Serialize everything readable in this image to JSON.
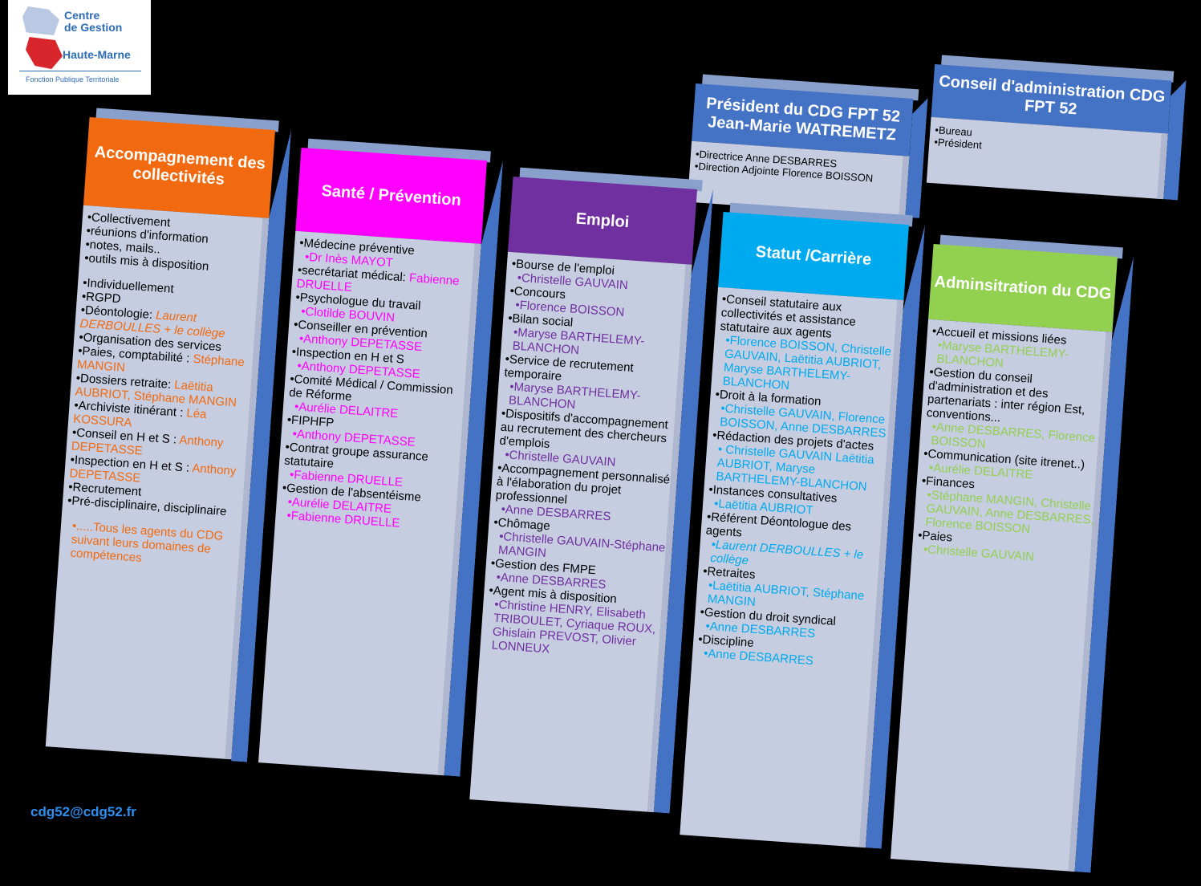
{
  "logo": {
    "line1": "Centre",
    "line2": "de Gestion",
    "line3": "Haute-Marne",
    "line4": "Fonction Publique Territoriale"
  },
  "email": "cdg52@cdg52.fr",
  "colors": {
    "orange": "#f26a0f",
    "magenta": "#ff00ff",
    "purple": "#7030a0",
    "cyan": "#00aaee",
    "green": "#92d050",
    "blue": "#4472c4",
    "panel": "#c6cde0"
  },
  "president": {
    "title": "Président du CDG FPT 52 Jean-Marie WATREMETZ",
    "items": [
      "•Directrice Anne DESBARRES",
      "•Direction Adjointe Florence BOISSON"
    ]
  },
  "conseil": {
    "title": "Conseil d'administration CDG FPT 52",
    "items": [
      "•Bureau",
      "•Président"
    ]
  },
  "columns": [
    {
      "title": "Accompagnement des collectivités",
      "lines": [
        {
          "t": "•Collectivement",
          "c": "k"
        },
        {
          "t": "•réunions d'information",
          "c": "k"
        },
        {
          "t": "•notes, mails..",
          "c": "k"
        },
        {
          "t": "•outils mis à disposition",
          "c": "k"
        },
        {
          "t": "",
          "c": "k"
        },
        {
          "t": "•Individuellement",
          "c": "k"
        },
        {
          "t": "•RGPD",
          "c": "k"
        },
        {
          "t": "•Déontologie: ",
          "c": "k",
          "extra": "Laurent DERBOULLES + le collège"
        },
        {
          "t": "•Organisation des services",
          "c": "k"
        },
        {
          "t": "•Paies, comptabilité : ",
          "c": "k",
          "extra": "Stéphane MANGIN"
        },
        {
          "t": "•Dossiers retraite: ",
          "c": "k",
          "extra": "Laëtitia AUBRIOT, Stéphane MANGIN"
        },
        {
          "t": "•Archiviste itinérant : ",
          "c": "k",
          "extra": "Léa KOSSURA"
        },
        {
          "t": "•Conseil en H et S : ",
          "c": "k",
          "extra": "Anthony DEPETASSE"
        },
        {
          "t": "•Inspection en H et S : ",
          "c": "k",
          "extra": "Anthony DEPETASSE"
        },
        {
          "t": "•Recrutement",
          "c": "k"
        },
        {
          "t": "•Pré-disciplinaire, disciplinaire",
          "c": "k"
        },
        {
          "t": "",
          "c": "k"
        },
        {
          "t": "•.....Tous les agents du CDG suivant leurs domaines de compétences",
          "c": "a"
        }
      ]
    },
    {
      "title": "Santé / Prévention",
      "lines": [
        {
          "t": "•Médecine préventive",
          "c": "k"
        },
        {
          "t": "•Dr Inès MAYOT",
          "c": "a"
        },
        {
          "t": "•secrétariat médical: ",
          "c": "k",
          "extra": "Fabienne DRUELLE"
        },
        {
          "t": "•Psychologue du travail",
          "c": "k"
        },
        {
          "t": "•Clotilde BOUVIN",
          "c": "a"
        },
        {
          "t": "•Conseiller en prévention",
          "c": "k"
        },
        {
          "t": "•Anthony DEPETASSE",
          "c": "a"
        },
        {
          "t": "•Inspection en H et S",
          "c": "k"
        },
        {
          "t": "•Anthony DEPETASSE",
          "c": "a"
        },
        {
          "t": "•Comité Médical / Commission de Réforme",
          "c": "k"
        },
        {
          "t": "•Aurélie DELAITRE",
          "c": "a"
        },
        {
          "t": "•FIPHFP",
          "c": "k"
        },
        {
          "t": "•Anthony DEPETASSE",
          "c": "a"
        },
        {
          "t": "•Contrat groupe assurance statutaire",
          "c": "k"
        },
        {
          "t": "•Fabienne DRUELLE",
          "c": "a"
        },
        {
          "t": "•Gestion de l'absentéisme",
          "c": "k"
        },
        {
          "t": "•Aurélie DELAITRE",
          "c": "a"
        },
        {
          "t": "•Fabienne DRUELLE",
          "c": "a"
        }
      ]
    },
    {
      "title": "Emploi",
      "lines": [
        {
          "t": "•Bourse de l'emploi",
          "c": "k"
        },
        {
          "t": "•Christelle GAUVAIN",
          "c": "a"
        },
        {
          "t": "•Concours",
          "c": "k"
        },
        {
          "t": "•Florence BOISSON",
          "c": "a"
        },
        {
          "t": "•Bilan social",
          "c": "k"
        },
        {
          "t": "•Maryse BARTHELEMY-BLANCHON",
          "c": "a"
        },
        {
          "t": "•Service de recrutement temporaire",
          "c": "k"
        },
        {
          "t": "•Maryse BARTHELEMY-BLANCHON",
          "c": "a"
        },
        {
          "t": "•Dispositifs d'accompagnement au recrutement des chercheurs d'emplois",
          "c": "k"
        },
        {
          "t": "•Christelle GAUVAIN",
          "c": "a"
        },
        {
          "t": "•Accompagnement personnalisé à l'élaboration du projet professionnel",
          "c": "k"
        },
        {
          "t": "•Anne DESBARRES",
          "c": "a"
        },
        {
          "t": "•Chômage",
          "c": "k"
        },
        {
          "t": "•Christelle GAUVAIN-Stéphane MANGIN",
          "c": "a"
        },
        {
          "t": "•Gestion des FMPE",
          "c": "k"
        },
        {
          "t": "•Anne DESBARRES",
          "c": "a"
        },
        {
          "t": "•Agent mis à disposition",
          "c": "k"
        },
        {
          "t": "•Christine HENRY, Elisabeth TRIBOULET, Cyriaque ROUX, Ghislain PREVOST, Olivier LONNEUX",
          "c": "a"
        }
      ]
    },
    {
      "title": "Statut /Carrière",
      "lines": [
        {
          "t": "•Conseil statutaire aux collectivités et assistance statutaire aux agents",
          "c": "k"
        },
        {
          "t": "•Florence BOISSON, Christelle GAUVAIN, Laëtitia AUBRIOT, Maryse BARTHELEMY-BLANCHON",
          "c": "a"
        },
        {
          "t": "•Droit à la formation",
          "c": "k"
        },
        {
          "t": "•Christelle GAUVAIN, Florence BOISSON, Anne DESBARRES",
          "c": "a"
        },
        {
          "t": "•Rédaction des projets d'actes",
          "c": "k"
        },
        {
          "t": "• Christelle GAUVAIN Laëtitia AUBRIOT, Maryse BARTHELEMY-BLANCHON",
          "c": "a"
        },
        {
          "t": "•Instances consultatives",
          "c": "k"
        },
        {
          "t": "•Laëtitia AUBRIOT",
          "c": "a"
        },
        {
          "t": "•Référent Déontologue des agents",
          "c": "k"
        },
        {
          "t": "•Laurent DERBOULLES + le collège",
          "c": "a"
        },
        {
          "t": "•Retraites",
          "c": "k"
        },
        {
          "t": "•Laëtitia AUBRIOT, Stéphane MANGIN",
          "c": "a"
        },
        {
          "t": "•Gestion du droit syndical",
          "c": "k"
        },
        {
          "t": "•Anne DESBARRES",
          "c": "a"
        },
        {
          "t": "•Discipline",
          "c": "k"
        },
        {
          "t": "•Anne DESBARRES",
          "c": "a"
        }
      ]
    },
    {
      "title": "Adminsitration du CDG",
      "lines": [
        {
          "t": "•Accueil et missions liées",
          "c": "k"
        },
        {
          "t": "•Maryse BARTHELEMY-BLANCHON",
          "c": "a"
        },
        {
          "t": "•Gestion du conseil d'administration et des partenariats : inter région Est, conventions...",
          "c": "k"
        },
        {
          "t": "•Anne DESBARRES, Florence BOISSON",
          "c": "a"
        },
        {
          "t": "•Communication (site itrenet..)",
          "c": "k"
        },
        {
          "t": "•Aurélie DELAITRE",
          "c": "a"
        },
        {
          "t": "•Finances",
          "c": "k"
        },
        {
          "t": "•Stéphane MANGIN, Christelle GAUVAIN, Anne DESBARRES, Florence BOISSON",
          "c": "a"
        },
        {
          "t": "•Paies",
          "c": "k"
        },
        {
          "t": "•Christelle GAUVAIN",
          "c": "a"
        }
      ]
    }
  ]
}
